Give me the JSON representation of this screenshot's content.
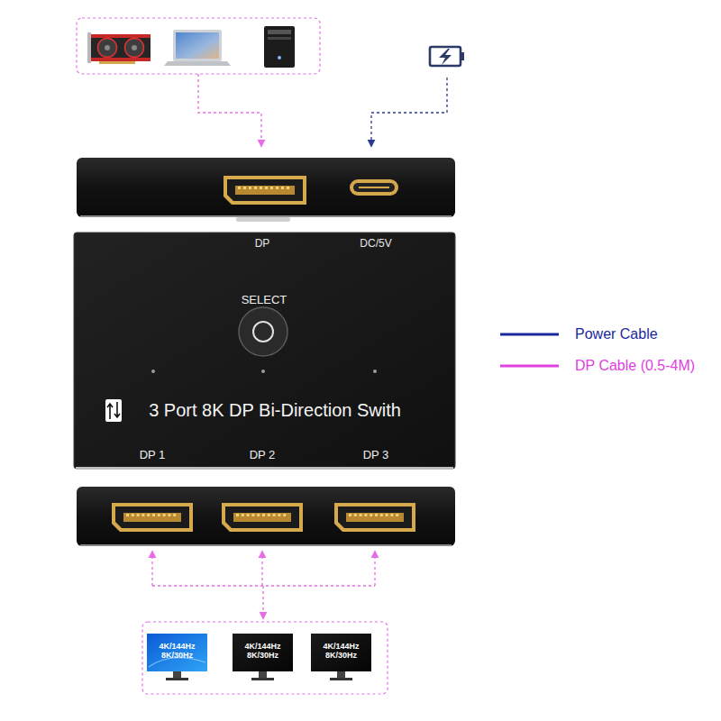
{
  "diagram": {
    "nodes": [
      {
        "text": [
          "DP",
          "DC/5V",
          "SELECT",
          "3 Port 8K DP Bi-Direction Swith",
          "DP 1",
          "DP 2",
          "DP 3"
        ]
      },
      {
        "text": [
          "4K/144Hz 8K/30Hz"
        ]
      },
      {
        "text": [
          "4K/144Hz 8K/30Hz"
        ]
      },
      {
        "text": [
          "4K/144Hz 8K/30Hz"
        ]
      }
    ],
    "legend": [
      {
        "text": "Power Cable"
      },
      {
        "text": "DP Cable (0.5-4M)"
      }
    ]
  }
}
